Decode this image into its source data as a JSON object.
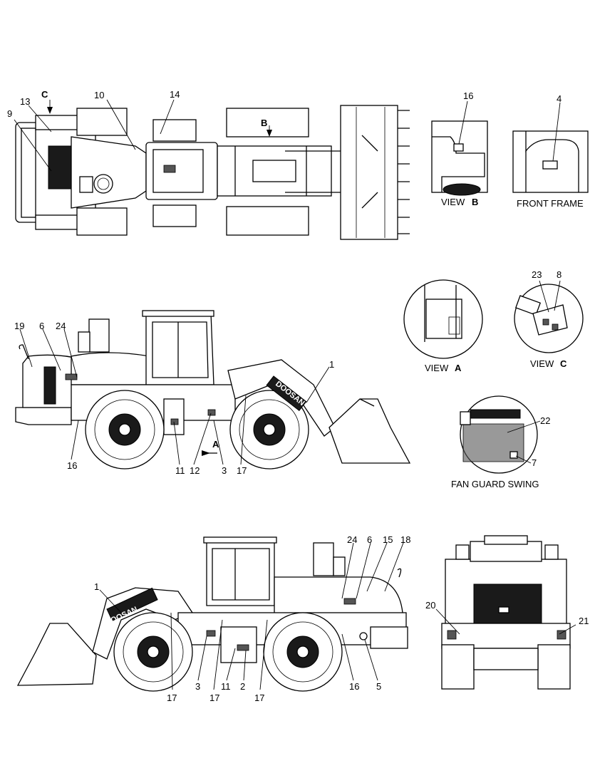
{
  "brand": "DOOSAN",
  "views": {
    "view_b": {
      "caption": "VIEW",
      "letter": "B"
    },
    "front_frame": {
      "caption": "FRONT FRAME"
    },
    "view_a": {
      "caption": "VIEW",
      "letter": "A"
    },
    "view_c": {
      "caption": "VIEW",
      "letter": "C"
    },
    "fan_guard": {
      "caption": "FAN GUARD SWING"
    }
  },
  "view_markers": {
    "a": "A",
    "b": "B",
    "c": "C"
  },
  "callouts": {
    "top": [
      "13",
      "9",
      "10",
      "14"
    ],
    "view_b": "16",
    "front_frame": "4",
    "view_c": [
      "23",
      "8"
    ],
    "fan_guard": [
      "22",
      "7"
    ],
    "left_side": [
      "19",
      "6",
      "24",
      "1",
      "16",
      "11",
      "12",
      "3",
      "17"
    ],
    "right_side": [
      "1",
      "24",
      "6",
      "15",
      "18",
      "3",
      "17",
      "11",
      "2",
      "17",
      "16",
      "5",
      "17"
    ],
    "rear": [
      "20",
      "21"
    ]
  }
}
